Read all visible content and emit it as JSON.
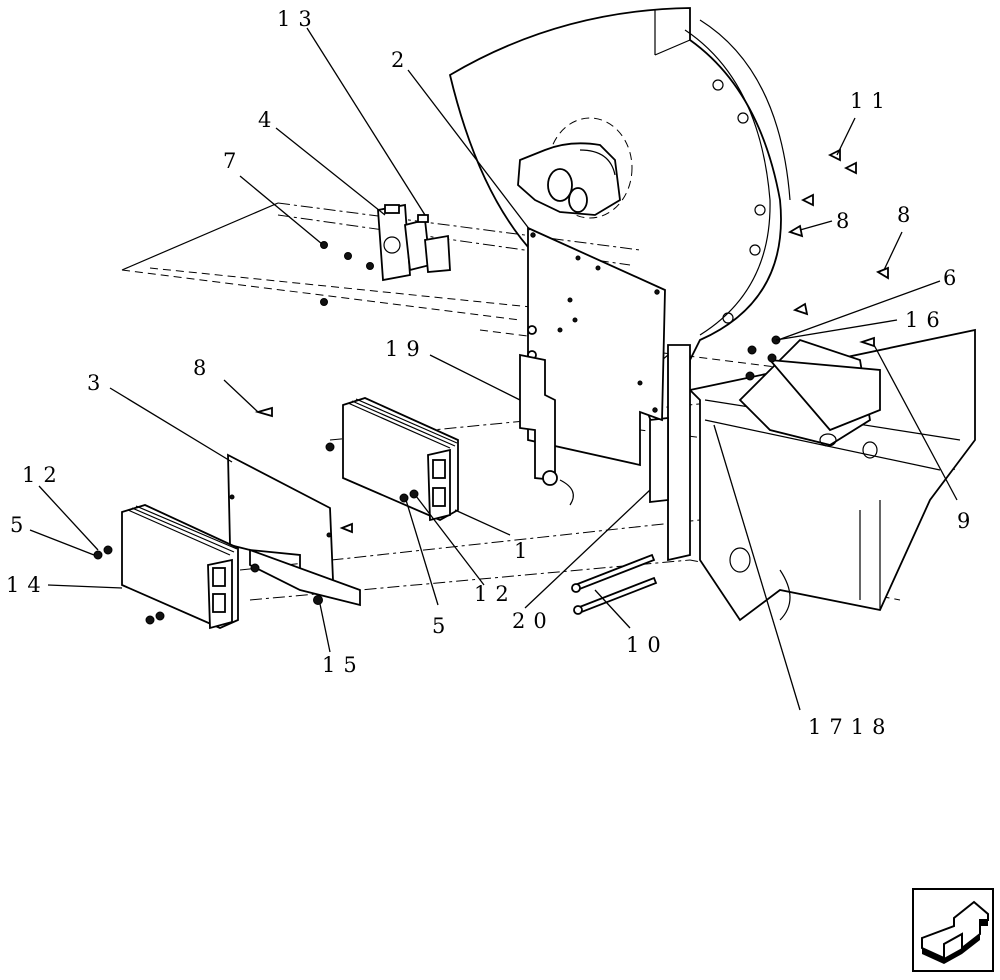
{
  "diagram": {
    "callouts": {
      "c1": "1",
      "c2": "2",
      "c3": "3",
      "c4": "4",
      "c5a": "5",
      "c5b": "5",
      "c6": "6",
      "c7": "7",
      "c8a": "8",
      "c8b": "8",
      "c8c": "8",
      "c9": "9",
      "c10": "10",
      "c11": "11",
      "c12a": "12",
      "c12b": "12",
      "c13": "13",
      "c14": "14",
      "c15": "15",
      "c16": "16",
      "c1718": "1718",
      "c19": "19",
      "c20": "20"
    }
  },
  "navigation": {
    "next_icon": "arrow-return-icon"
  }
}
